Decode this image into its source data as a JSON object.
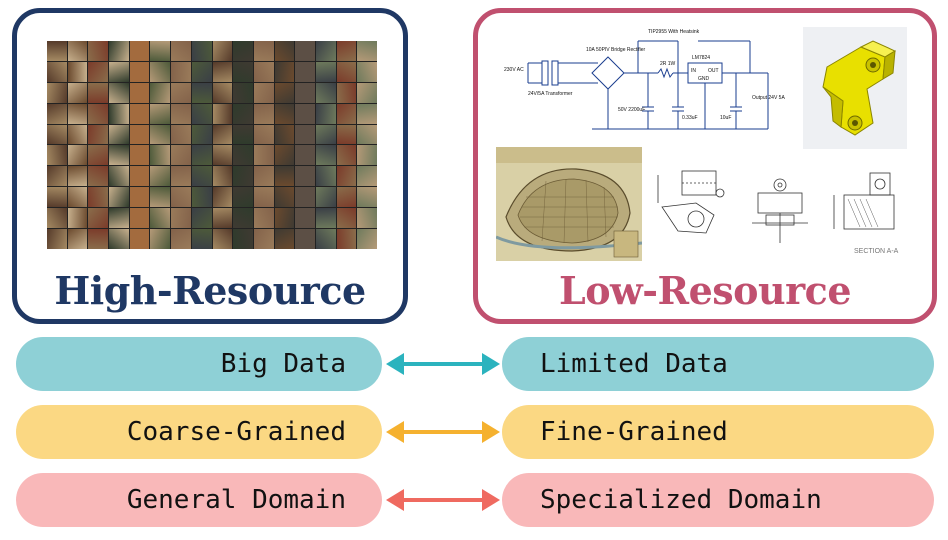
{
  "panels": {
    "high": {
      "title": "High-Resource",
      "color": "#1f3864"
    },
    "low": {
      "title": "Low-Resource",
      "color": "#c0506f"
    }
  },
  "circuit": {
    "transformer_label": "230V AC",
    "transformer_sub": "24V/5A Transformer",
    "rectifier_label": "10A 50PIV Bridge Rectifier",
    "transistor_label": "TIP2955 With Heatsink",
    "resistor_label": "2R 1W",
    "regulator_label": "LM7824",
    "reg_in": "IN",
    "reg_out": "OUT",
    "reg_gnd": "GND",
    "cap1_label": "50V 2200uF",
    "cap2_label": "0.33uF",
    "cap3_label": "10uF",
    "output_label": "Output 24V 5A"
  },
  "drawing": {
    "section_label": "SECTION A-A"
  },
  "comparisons": [
    {
      "left": "Big Data",
      "right": "Limited Data",
      "color": "#2bb3be"
    },
    {
      "left": "Coarse-Grained",
      "right": "Fine-Grained",
      "color": "#f5b12f"
    },
    {
      "left": "General Domain",
      "right": "Specialized Domain",
      "color": "#ef6a60"
    }
  ]
}
